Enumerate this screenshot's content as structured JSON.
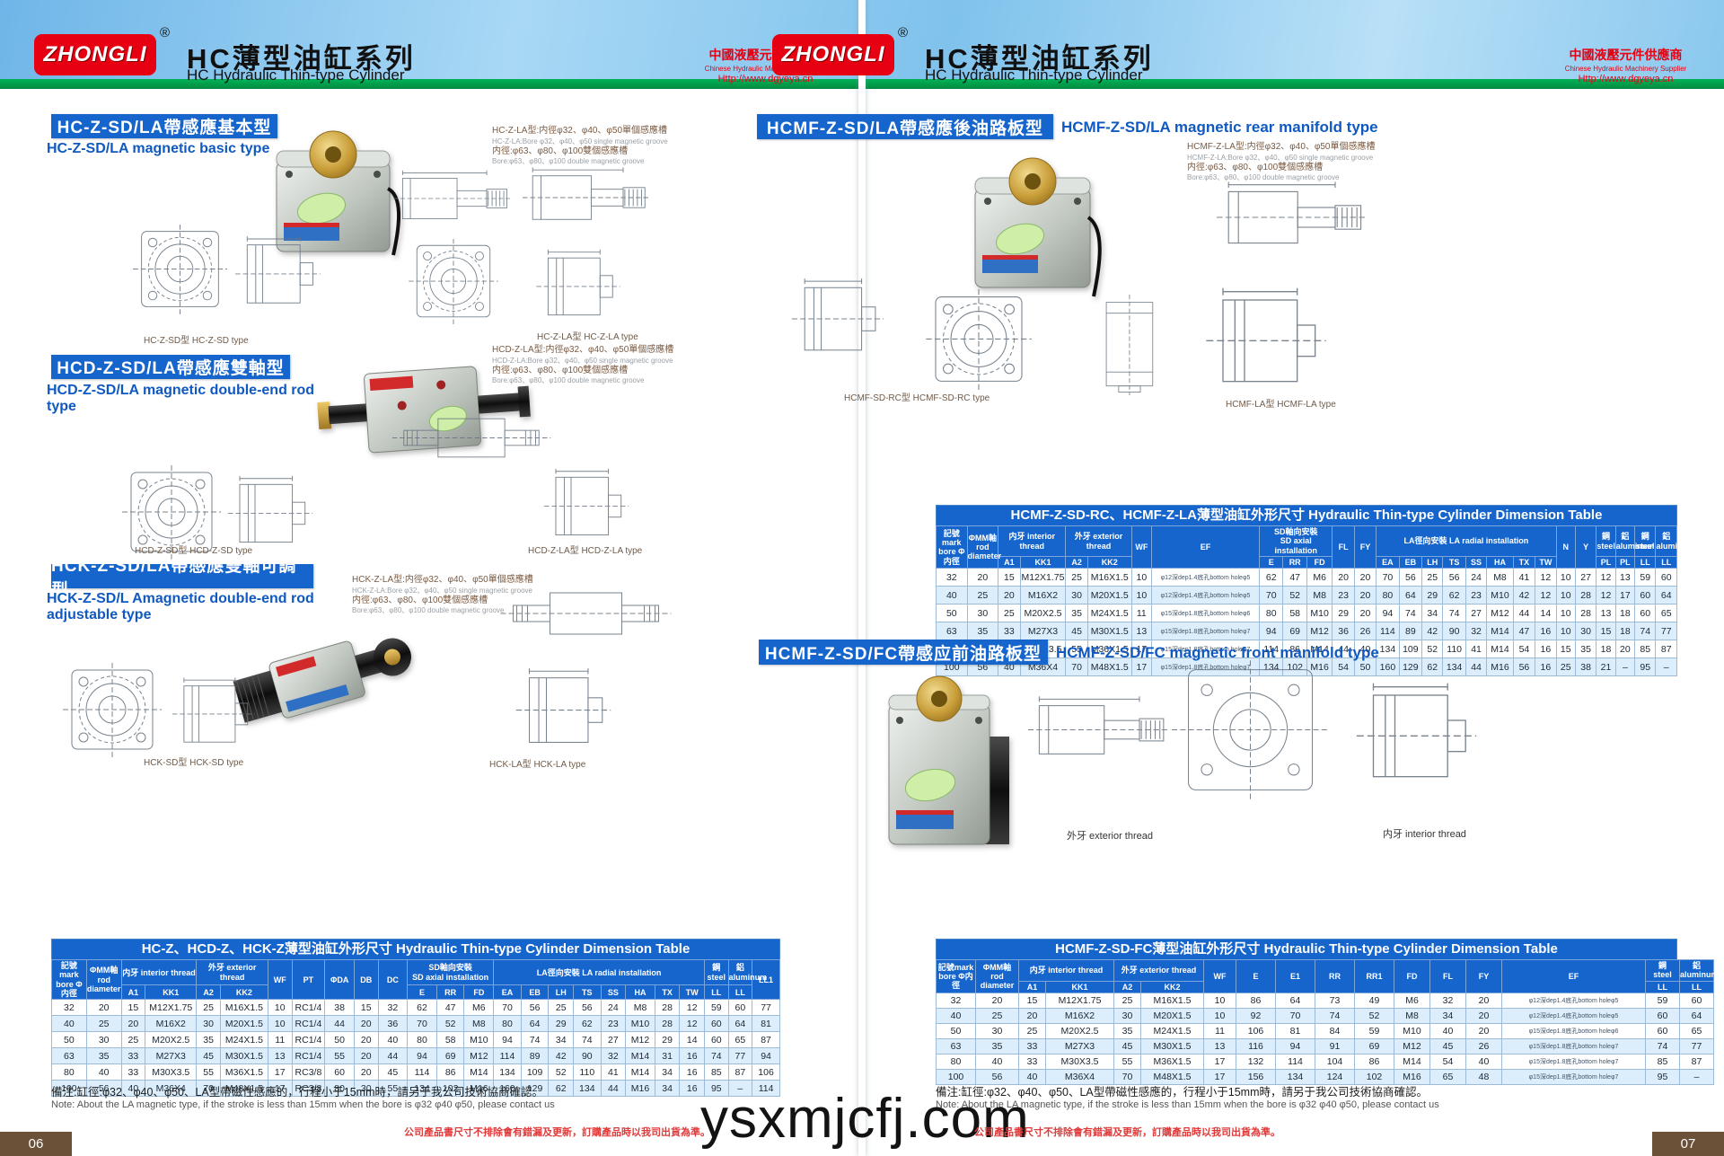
{
  "colors": {
    "brand_red": "#e60012",
    "brand_blue": "#1565cd",
    "brand_green": "#00a651",
    "page_box_brown": "#6b5138"
  },
  "watermark": "ysxmjcfj.com",
  "header": {
    "logo_text": "ZHONGLI",
    "registered": "®",
    "title_cn": "HC薄型油缸系列",
    "title_en": "HC Hydraulic Thin-type Cylinder",
    "supplier_cn": "中國液壓元件供應商",
    "supplier_en": "Chinese Hydraulic Machinery Supplier",
    "supplier_url": "Http://www.dgyeya.cn"
  },
  "footer": {
    "disclaimer": "公司產品書尺寸不排除會有錯漏及更新，訂購產品時以我司出貨為準。",
    "page_left": "06",
    "page_right": "07"
  },
  "left": {
    "sections": [
      {
        "title_cn": "HC-Z-SD/LA帶感應基本型",
        "title_en": "HC-Z-SD/LA magnetic basic type",
        "annotation": [
          "HC-Z-LA型:内徑φ32、φ40、φ50單個感應槽",
          "HC-Z-LA:Bore φ32、φ40、φ50 single magnetic groove",
          "内徑:φ63、φ80、φ100雙個感應槽",
          "Bore:φ63、φ80、φ100 double magnetic groove"
        ],
        "captions": [
          "HC-Z-SD型  HC-Z-SD type",
          "HC-Z-LA型  HC-Z-LA type"
        ]
      },
      {
        "title_cn": "HCD-Z-SD/LA帶感應雙軸型",
        "title_en": "HCD-Z-SD/LA magnetic double-end rod type",
        "annotation": [
          "HCD-Z-LA型:内徑φ32、φ40、φ50單個感應槽",
          "HCD-Z-LA:Bore φ32、φ40、φ50 single magnetic groove",
          "内徑:φ63、φ80、φ100雙個感應槽",
          "Bore:φ63、φ80、φ100 double magnetic groove"
        ],
        "captions": [
          "HCD-Z-SD型  HCD-Z-SD type",
          "HCD-Z-LA型  HCD-Z-LA type"
        ]
      },
      {
        "title_cn": "HCK-Z-SD/LA帶感應雙軸可調型",
        "title_en": "HCK-Z-SD/L Amagnetic double-end rod adjustable type",
        "annotation": [
          "HCK-Z-LA型:内徑φ32、φ40、φ50單個感應槽",
          "HCK-Z-LA:Bore φ32、φ40、φ50 single magnetic groove",
          "内徑:φ63、φ80、φ100雙個感應槽",
          "Bore:φ63、φ80、φ100 double magnetic groove"
        ],
        "captions": [
          "HCK-SD型  HCK-SD type",
          "HCK-LA型  HCK-LA type"
        ]
      }
    ],
    "table": {
      "title": "HC-Z、HCD-Z、HCK-Z薄型油缸外形尺寸  Hydraulic Thin-type Cylinder Dimension Table",
      "header": [
        [
          {
            "t": "記號mark\nbore Φ内徑",
            "rs": 2
          },
          {
            "t": "ΦMM軸\nrod diameter",
            "rs": 2
          },
          {
            "t": "内牙 interior thread",
            "cs": 2
          },
          {
            "t": "外牙 exterior thread",
            "cs": 2
          },
          {
            "t": "WF",
            "rs": 2
          },
          {
            "t": "PT",
            "rs": 2
          },
          {
            "t": "ΦDA",
            "rs": 2
          },
          {
            "t": "DB",
            "rs": 2
          },
          {
            "t": "DC",
            "rs": 2
          },
          {
            "t": "SD軸向安裝\nSD axial installation",
            "cs": 3
          },
          {
            "t": "LA徑向安裝 LA radial installation",
            "cs": 8
          },
          {
            "t": "鋼\nsteel"
          },
          {
            "t": "鋁\naluminum"
          },
          {
            "t": "LL1",
            "rs": 2
          }
        ],
        [
          {
            "t": "A1"
          },
          {
            "t": "KK1"
          },
          {
            "t": "A2"
          },
          {
            "t": "KK2"
          },
          {
            "t": "E"
          },
          {
            "t": "RR"
          },
          {
            "t": "FD"
          },
          {
            "t": "EA"
          },
          {
            "t": "EB"
          },
          {
            "t": "LH"
          },
          {
            "t": "TS"
          },
          {
            "t": "SS"
          },
          {
            "t": "HA"
          },
          {
            "t": "TX"
          },
          {
            "t": "TW"
          },
          {
            "t": "LL"
          },
          {
            "t": "LL"
          }
        ]
      ],
      "rows": [
        [
          32,
          20,
          15,
          "M12X1.75",
          25,
          "M16X1.5",
          10,
          "RC1/4",
          38,
          15,
          32,
          62,
          47,
          "M6",
          70,
          56,
          25,
          56,
          24,
          "M8",
          28,
          12,
          59,
          60,
          77
        ],
        [
          40,
          25,
          20,
          "M16X2",
          30,
          "M20X1.5",
          10,
          "RC1/4",
          44,
          20,
          36,
          70,
          52,
          "M8",
          80,
          64,
          29,
          62,
          23,
          "M10",
          28,
          12,
          60,
          64,
          81
        ],
        [
          50,
          30,
          25,
          "M20X2.5",
          35,
          "M24X1.5",
          11,
          "RC1/4",
          50,
          20,
          40,
          80,
          58,
          "M10",
          94,
          74,
          34,
          74,
          27,
          "M12",
          29,
          14,
          60,
          65,
          87
        ],
        [
          63,
          35,
          33,
          "M27X3",
          45,
          "M30X1.5",
          13,
          "RC1/4",
          55,
          20,
          44,
          94,
          69,
          "M12",
          114,
          89,
          42,
          90,
          32,
          "M14",
          31,
          16,
          74,
          77,
          94
        ],
        [
          80,
          40,
          33,
          "M30X3.5",
          55,
          "M36X1.5",
          17,
          "RC3/8",
          60,
          20,
          45,
          114,
          86,
          "M14",
          134,
          109,
          52,
          110,
          41,
          "M14",
          34,
          16,
          85,
          87,
          106
        ],
        [
          100,
          56,
          40,
          "M36X4",
          70,
          "M48X1.5",
          17,
          "RC3/8",
          80,
          30,
          55,
          134,
          102,
          "M16",
          160,
          129,
          62,
          134,
          44,
          "M16",
          34,
          16,
          95,
          "–",
          114
        ]
      ],
      "note_cn": "備注:缸徑:φ32、φ40、φ50、LA型帶磁性感應的，行程小于15mm時，請另于我公司技術協商確認。",
      "note_en": "Note: About the LA magnetic type, if the stroke is less than 15mm when the bore is φ32 φ40 φ50, please contact us"
    }
  },
  "right": {
    "sections": [
      {
        "title_cn": "HCMF-Z-SD/LA帶感應後油路板型",
        "title_en": "HCMF-Z-SD/LA magnetic rear manifold type",
        "annotation": [
          "HCMF-Z-LA型:内徑φ32、φ40、φ50單個感應槽",
          "HCMF-Z-LA:Bore φ32、φ40、φ50 single magnetic groove",
          "内徑:φ63、φ80、φ100雙個感應槽",
          "Bore:φ63、φ80、φ100 double magnetic groove"
        ],
        "captions": [
          "HCMF-SD-RC型  HCMF-SD-RC type",
          "HCMF-LA型  HCMF-LA type"
        ]
      },
      {
        "title_cn": "HCMF-Z-SD/FC帶感应前油路板型",
        "title_en": "HCMF-Z-SD/FC magnetic front manifold type",
        "labels": [
          "外牙 exterior thread",
          "内牙 interior thread"
        ]
      }
    ],
    "table1": {
      "title": "HCMF-Z-SD-RC、HCMF-Z-LA薄型油缸外形尺寸  Hydraulic Thin-type Cylinder Dimension Table",
      "header": [
        [
          {
            "t": "記號mark\nbore Φ内徑",
            "rs": 2
          },
          {
            "t": "ΦMM軸\nrod diameter",
            "rs": 2
          },
          {
            "t": "内牙 interior thread",
            "cs": 2
          },
          {
            "t": "外牙 exterior thread",
            "cs": 2
          },
          {
            "t": "WF",
            "rs": 2
          },
          {
            "t": "EF",
            "rs": 2
          },
          {
            "t": "SD軸向安裝\nSD axial installation",
            "cs": 3
          },
          {
            "t": "FL",
            "rs": 2
          },
          {
            "t": "FY",
            "rs": 2
          },
          {
            "t": "LA徑向安裝 LA radial installation",
            "cs": 8
          },
          {
            "t": "N",
            "rs": 2
          },
          {
            "t": "Y",
            "rs": 2
          },
          {
            "t": "鋼\nsteel"
          },
          {
            "t": "鋁\naluminum"
          },
          {
            "t": "鋼\nsteel"
          },
          {
            "t": "鋁\naluminum"
          }
        ],
        [
          {
            "t": "A1"
          },
          {
            "t": "KK1"
          },
          {
            "t": "A2"
          },
          {
            "t": "KK2"
          },
          {
            "t": "E"
          },
          {
            "t": "RR"
          },
          {
            "t": "FD"
          },
          {
            "t": "EA"
          },
          {
            "t": "EB"
          },
          {
            "t": "LH"
          },
          {
            "t": "TS"
          },
          {
            "t": "SS"
          },
          {
            "t": "HA"
          },
          {
            "t": "TX"
          },
          {
            "t": "TW"
          },
          {
            "t": "PL"
          },
          {
            "t": "PL"
          },
          {
            "t": "LL"
          },
          {
            "t": "LL"
          }
        ]
      ],
      "rows": [
        [
          32,
          20,
          15,
          "M12X1.75",
          25,
          "M16X1.5",
          10,
          "φ12深dep1.4底孔bottom holeφ5",
          62,
          47,
          "M6",
          20,
          20,
          70,
          56,
          25,
          56,
          24,
          "M8",
          41,
          12,
          10,
          27,
          12,
          13,
          59,
          60
        ],
        [
          40,
          25,
          20,
          "M16X2",
          30,
          "M20X1.5",
          10,
          "φ12深dep1.4底孔bottom holeφ5",
          70,
          52,
          "M8",
          23,
          20,
          80,
          64,
          29,
          62,
          23,
          "M10",
          42,
          12,
          10,
          28,
          12,
          17,
          60,
          64
        ],
        [
          50,
          30,
          25,
          "M20X2.5",
          35,
          "M24X1.5",
          11,
          "φ15深dep1.8底孔bottom holeφ6",
          80,
          58,
          "M10",
          29,
          20,
          94,
          74,
          34,
          74,
          27,
          "M12",
          44,
          14,
          10,
          28,
          13,
          18,
          60,
          65
        ],
        [
          63,
          35,
          33,
          "M27X3",
          45,
          "M30X1.5",
          13,
          "φ15深dep1.8底孔bottom holeφ7",
          94,
          69,
          "M12",
          36,
          26,
          114,
          89,
          42,
          90,
          32,
          "M14",
          47,
          16,
          10,
          30,
          15,
          18,
          74,
          77
        ],
        [
          80,
          40,
          33,
          "M30X3.5",
          55,
          "M36X1.5",
          17,
          "φ15深dep1.8底孔bottom holeφ7",
          114,
          86,
          "M14",
          44,
          40,
          134,
          109,
          52,
          110,
          41,
          "M14",
          54,
          16,
          15,
          35,
          18,
          20,
          85,
          87
        ],
        [
          100,
          56,
          40,
          "M36X4",
          70,
          "M48X1.5",
          17,
          "φ15深dep1.8底孔bottom holeφ7",
          134,
          102,
          "M16",
          54,
          50,
          160,
          129,
          62,
          134,
          44,
          "M16",
          56,
          16,
          25,
          38,
          21,
          "–",
          95,
          "–"
        ]
      ]
    },
    "table2": {
      "title": "HCMF-Z-SD-FC薄型油缸外形尺寸  Hydraulic Thin-type Cylinder Dimension Table",
      "header": [
        [
          {
            "t": "記號mark\nbore Φ内徑",
            "rs": 2
          },
          {
            "t": "ΦMM軸\nrod diameter",
            "rs": 2
          },
          {
            "t": "内牙 interior thread",
            "cs": 2
          },
          {
            "t": "外牙 exterior thread",
            "cs": 2
          },
          {
            "t": "WF",
            "rs": 2
          },
          {
            "t": "E",
            "rs": 2
          },
          {
            "t": "E1",
            "rs": 2
          },
          {
            "t": "RR",
            "rs": 2
          },
          {
            "t": "RR1",
            "rs": 2
          },
          {
            "t": "FD",
            "rs": 2
          },
          {
            "t": "FL",
            "rs": 2
          },
          {
            "t": "FY",
            "rs": 2
          },
          {
            "t": "EF",
            "rs": 2
          },
          {
            "t": "鋼\nsteel"
          },
          {
            "t": "鋁\naluminum"
          }
        ],
        [
          {
            "t": "A1"
          },
          {
            "t": "KK1"
          },
          {
            "t": "A2"
          },
          {
            "t": "KK2"
          },
          {
            "t": "LL"
          },
          {
            "t": "LL"
          }
        ]
      ],
      "rows": [
        [
          32,
          20,
          15,
          "M12X1.75",
          25,
          "M16X1.5",
          10,
          86,
          64,
          73,
          49,
          "M6",
          32,
          20,
          "φ12深dep1.4底孔bottom holeφ5",
          59,
          60
        ],
        [
          40,
          25,
          20,
          "M16X2",
          30,
          "M20X1.5",
          10,
          92,
          70,
          74,
          52,
          "M8",
          34,
          20,
          "φ12深dep1.4底孔bottom holeφ5",
          60,
          64
        ],
        [
          50,
          30,
          25,
          "M20X2.5",
          35,
          "M24X1.5",
          11,
          106,
          81,
          84,
          59,
          "M10",
          40,
          20,
          "φ15深dep1.8底孔bottom holeφ6",
          60,
          65
        ],
        [
          63,
          35,
          33,
          "M27X3",
          45,
          "M30X1.5",
          13,
          116,
          94,
          91,
          69,
          "M12",
          45,
          26,
          "φ15深dep1.8底孔bottom holeφ7",
          74,
          77
        ],
        [
          80,
          40,
          33,
          "M30X3.5",
          55,
          "M36X1.5",
          17,
          132,
          114,
          104,
          86,
          "M14",
          54,
          40,
          "φ15深dep1.8底孔bottom holeφ7",
          85,
          87
        ],
        [
          100,
          56,
          40,
          "M36X4",
          70,
          "M48X1.5",
          17,
          156,
          134,
          124,
          102,
          "M16",
          65,
          48,
          "φ15深dep1.8底孔bottom holeφ7",
          95,
          "–"
        ]
      ],
      "note_cn": "備注:缸徑:φ32、φ40、φ50、LA型帶磁性感應的，行程小于15mm時，請另于我公司技術協商確認。",
      "note_en": "Note: About the LA magnetic type, if the stroke is less than 15mm when the bore is φ32 φ40 φ50, please contact us"
    }
  }
}
